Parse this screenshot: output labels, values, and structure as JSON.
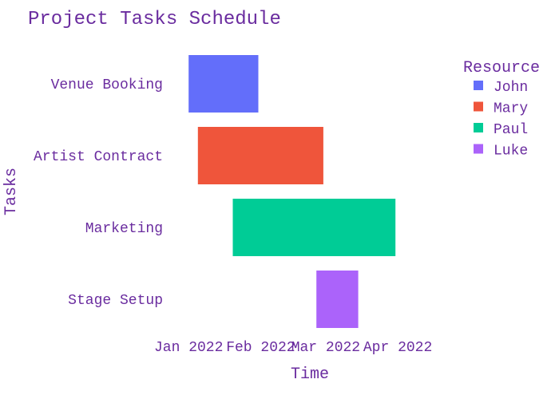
{
  "chart_data": {
    "type": "gantt",
    "title": "Project Tasks Schedule",
    "xlabel": "Time",
    "ylabel": "Tasks",
    "x_ticks": [
      "Jan 2022",
      "Feb 2022",
      "Mar 2022",
      "Apr 2022"
    ],
    "x_tick_dates": [
      "2022-01-01",
      "2022-02-01",
      "2022-03-01",
      "2022-04-01"
    ],
    "x_range": [
      "2021-12-23",
      "2022-04-24"
    ],
    "grid": false,
    "legend_title": "Resource",
    "legend_position": "top-right",
    "tasks": [
      {
        "task": "Venue Booking",
        "start": "2022-01-01",
        "end": "2022-01-31",
        "resource": "John"
      },
      {
        "task": "Artist Contract",
        "start": "2022-01-05",
        "end": "2022-02-28",
        "resource": "Mary"
      },
      {
        "task": "Marketing",
        "start": "2022-01-20",
        "end": "2022-03-31",
        "resource": "Paul"
      },
      {
        "task": "Stage Setup",
        "start": "2022-02-25",
        "end": "2022-03-15",
        "resource": "Luke"
      }
    ],
    "resources": [
      {
        "name": "John",
        "color": "#636efa"
      },
      {
        "name": "Mary",
        "color": "#ef553b"
      },
      {
        "name": "Paul",
        "color": "#00cc96"
      },
      {
        "name": "Luke",
        "color": "#ab63fa"
      }
    ],
    "text_color": "#6a2c9f"
  }
}
